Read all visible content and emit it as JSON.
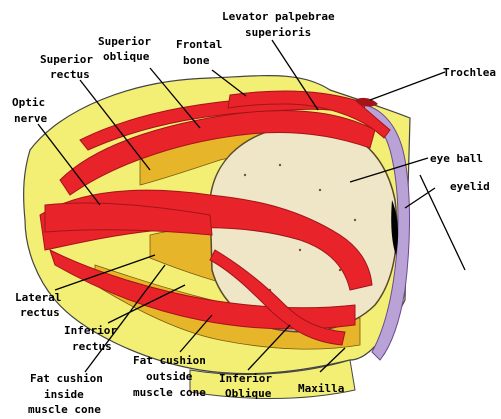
{
  "labels": {
    "levator_line1": "Levator palpebrae",
    "levator_line2": "superioris",
    "superior_oblique_line1": "Superior",
    "superior_oblique_line2": "oblique",
    "frontal_line1": "Frontal",
    "frontal_line2": "bone",
    "superior_rectus_line1": "Superior",
    "superior_rectus_line2": "rectus",
    "trochlea": "Trochlea",
    "optic_line1": "Optic",
    "optic_line2": "nerve",
    "eye_ball": "eye ball",
    "eyelid": "eyelid",
    "lateral_line1": "Lateral",
    "lateral_line2": "rectus",
    "inferior_rectus_line1": "Inferior",
    "inferior_rectus_line2": "rectus",
    "fat_outside_line1": "Fat cushion",
    "fat_outside_line2": "outside",
    "fat_outside_line3": "muscle cone",
    "inferior_oblique_line1": "Inferior",
    "inferior_oblique_line2": "Oblique",
    "fat_inside_line1": "Fat cushion",
    "fat_inside_line2": "inside",
    "fat_inside_line3": "muscle cone",
    "maxilla": "Maxilla"
  },
  "colors": {
    "bone": "#f2ef74",
    "fat": "#e6b52a",
    "muscle": "#e8242a",
    "muscle_dark": "#a31418",
    "eyeball": "#efe6c8",
    "eyelid": "#b9a2d6",
    "outline": "#000000"
  }
}
